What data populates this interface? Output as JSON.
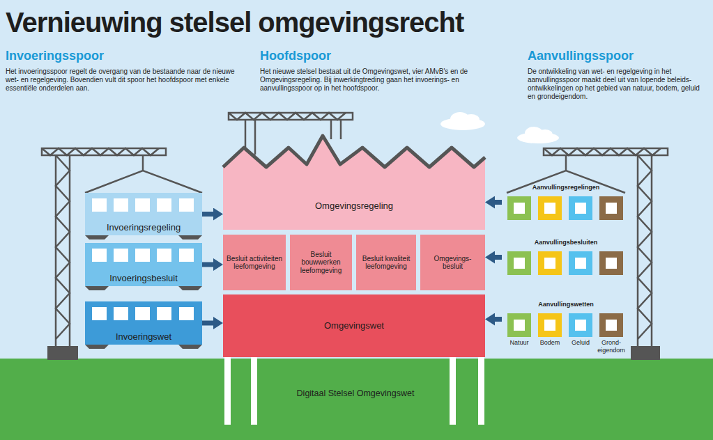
{
  "diagram": {
    "title": "Vernieuwing stelsel omgevingsrecht",
    "nodes": [
      {
        "text": [
          "Invoeringsregeling"
        ]
      },
      {
        "text": [
          "Invoeringsbesluit"
        ]
      },
      {
        "text": [
          "Invoeringswet"
        ]
      },
      {
        "text": [
          "Omgevingsregeling"
        ]
      },
      {
        "text": [
          "Besluit activiteiten leefomgeving"
        ]
      },
      {
        "text": [
          "Besluit bouwwerken leefomgeving"
        ]
      },
      {
        "text": [
          "Besluit kwaliteit leefomgeving"
        ]
      },
      {
        "text": [
          "Omgevings- besluit"
        ]
      },
      {
        "text": [
          "Omgevingswet"
        ]
      },
      {
        "text": [
          "Aanvullingsregelingen"
        ]
      },
      {
        "text": [
          "Aanvullingsbesluiten"
        ]
      },
      {
        "text": [
          "Aanvullingswetten"
        ]
      },
      {
        "text": [
          "Digitaal Stelsel Omgevingswet"
        ]
      }
    ],
    "edges": [
      {
        "from": 0,
        "to": 3,
        "arrow": "to"
      },
      {
        "from": 1,
        "to": 4,
        "arrow": "to"
      },
      {
        "from": 2,
        "to": 8,
        "arrow": "to"
      },
      {
        "from": 9,
        "to": 3,
        "arrow": "to"
      },
      {
        "from": 10,
        "to": 7,
        "arrow": "to"
      },
      {
        "from": 11,
        "to": 8,
        "arrow": "to"
      }
    ],
    "labels": [
      "Invoeringsspoor",
      "Het invoeringsspoor regelt de overgang van de bestaande naar de nieuwe wet- en regelgeving. Bovendien vult dit spoor het hoofdspoor met enkele essentiële onderdelen aan.",
      "Hoofdspoor",
      "Het nieuwe stelsel bestaat uit de Omgevingswet, vier AMvB's en de Omgevingsregeling. Bij inwerkingtreding gaan het invoerings- en aanvullingsspoor op in het hoofdspoor.",
      "Aanvullingsspoor",
      "De ontwikkeling van wet- en regelgeving in het aanvullingsspoor maakt deel uit van lopende beleids- ontwikkelingen op het gebied van natuur, bodem, geluid en grondeigendom.",
      "Natuur",
      "Bodem",
      "Geluid",
      "Grond- eigendom"
    ]
  }
}
